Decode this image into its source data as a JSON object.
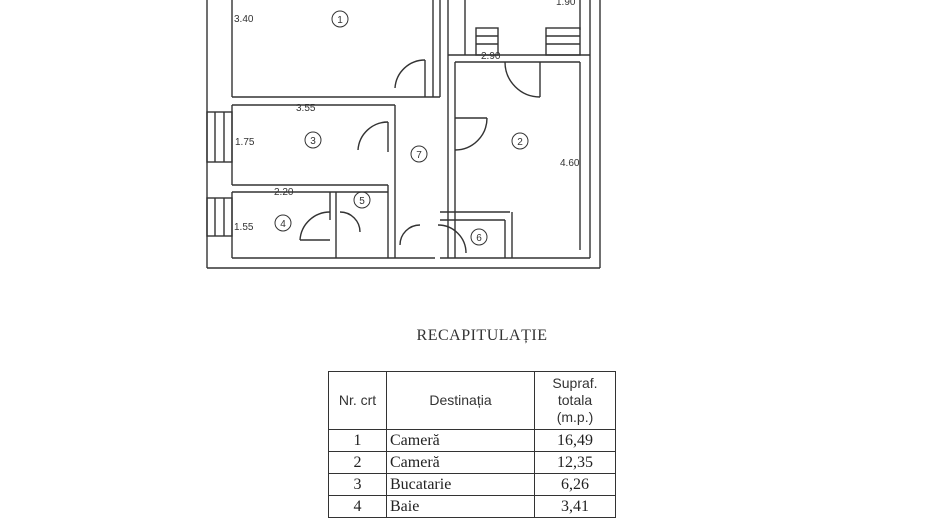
{
  "plan": {
    "dimensions": [
      "3.40",
      "1.90",
      "2.90",
      "3.55",
      "1.75",
      "4.60",
      "2.20",
      "1.55"
    ],
    "rooms": [
      "1",
      "2",
      "3",
      "4",
      "5",
      "6",
      "7"
    ]
  },
  "recap": {
    "title": "RECAPITULAȚIE",
    "headers": {
      "nr": "Nr. crt",
      "destination": "Destinația",
      "surface_l1": "Supraf.",
      "surface_l2": "totala",
      "surface_l3": "(m.p.)"
    },
    "rows": [
      {
        "nr": "1",
        "destination": "Cameră",
        "surface": "16,49"
      },
      {
        "nr": "2",
        "destination": "Cameră",
        "surface": "12,35"
      },
      {
        "nr": "3",
        "destination": "Bucatarie",
        "surface": "6,26"
      },
      {
        "nr": "4",
        "destination": "Baie",
        "surface": "3,41"
      }
    ]
  }
}
